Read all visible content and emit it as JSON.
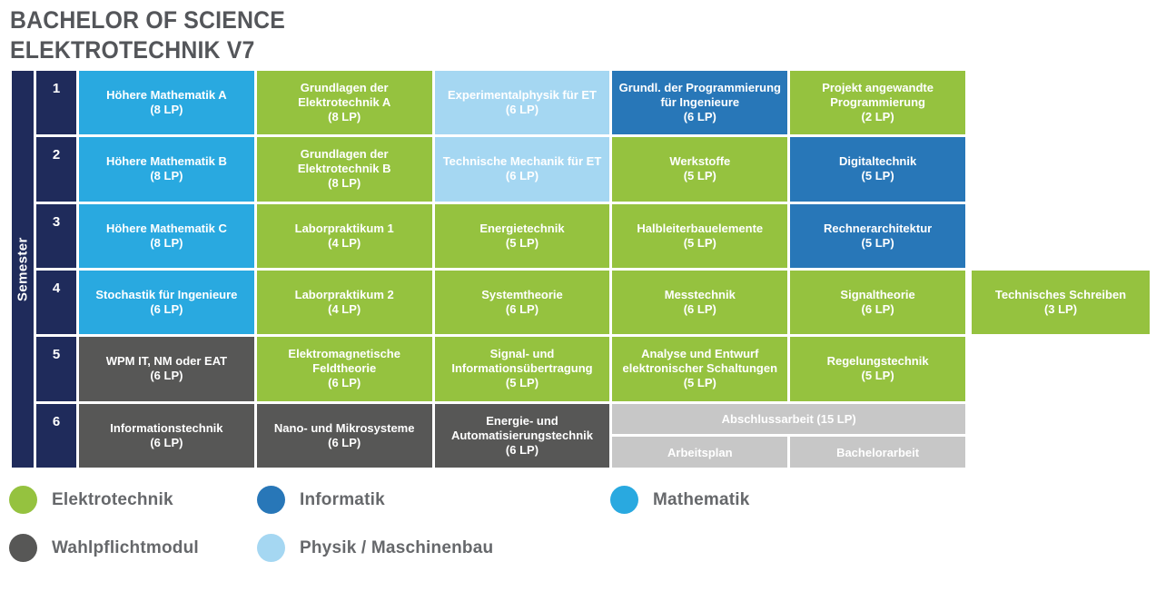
{
  "title": {
    "line1": "BACHELOR OF SCIENCE",
    "line2": "ELEKTROTECHNIK V7"
  },
  "semester_axis_label": "Semester",
  "colors": {
    "elektrotechnik": "#95C23F",
    "informatik": "#2877B8",
    "mathematik": "#29A9E0",
    "wahlpflicht": "#575756",
    "physik": "#A5D7F2",
    "navy": "#1F2B5B",
    "thesis_gray": "#C7C7C7"
  },
  "rows": [
    {
      "num": "1",
      "cells": [
        {
          "title": "Höhere Mathematik A",
          "lp": "(8 LP)",
          "cat": "mathematik"
        },
        {
          "title": "Grundlagen der Elektrotechnik A",
          "lp": "(8 LP)",
          "cat": "elektrotechnik"
        },
        {
          "title": "Experimentalphysik für ET",
          "lp": "(6 LP)",
          "cat": "physik"
        },
        {
          "title": "Grundl. der Programmierung für Ingenieure",
          "lp": "(6 LP)",
          "cat": "informatik"
        },
        {
          "title": "Projekt angewandte Programmierung",
          "lp": "(2 LP)",
          "cat": "elektrotechnik"
        }
      ]
    },
    {
      "num": "2",
      "cells": [
        {
          "title": "Höhere Mathematik B",
          "lp": "(8 LP)",
          "cat": "mathematik"
        },
        {
          "title": "Grundlagen der Elektrotechnik B",
          "lp": "(8 LP)",
          "cat": "elektrotechnik"
        },
        {
          "title": "Technische Mechanik für ET",
          "lp": "(6 LP)",
          "cat": "physik"
        },
        {
          "title": "Werkstoffe",
          "lp": "(5 LP)",
          "cat": "elektrotechnik"
        },
        {
          "title": "Digitaltechnik",
          "lp": "(5 LP)",
          "cat": "informatik"
        }
      ]
    },
    {
      "num": "3",
      "cells": [
        {
          "title": "Höhere Mathematik C",
          "lp": "(8 LP)",
          "cat": "mathematik"
        },
        {
          "title": "Laborpraktikum 1",
          "lp": "(4 LP)",
          "cat": "elektrotechnik"
        },
        {
          "title": "Energietechnik",
          "lp": "(5 LP)",
          "cat": "elektrotechnik"
        },
        {
          "title": "Halbleiterbauelemente",
          "lp": "(5 LP)",
          "cat": "elektrotechnik"
        },
        {
          "title": "Rechnerarchitektur",
          "lp": "(5 LP)",
          "cat": "informatik"
        }
      ]
    },
    {
      "num": "4",
      "cells": [
        {
          "title": "Stochastik für Ingenieure",
          "lp": "(6 LP)",
          "cat": "mathematik"
        },
        {
          "title": "Laborpraktikum 2",
          "lp": "(4 LP)",
          "cat": "elektrotechnik"
        },
        {
          "title": "Systemtheorie",
          "lp": "(6 LP)",
          "cat": "elektrotechnik"
        },
        {
          "title": "Messtechnik",
          "lp": "(6 LP)",
          "cat": "elektrotechnik"
        },
        {
          "title": "Signaltheorie",
          "lp": "(6 LP)",
          "cat": "elektrotechnik"
        },
        {
          "title": "Technisches Schreiben",
          "lp": "(3 LP)",
          "cat": "elektrotechnik"
        }
      ]
    },
    {
      "num": "5",
      "cells": [
        {
          "title": "WPM IT, NM oder EAT",
          "lp": "(6 LP)",
          "cat": "wahlpflicht"
        },
        {
          "title": "Elektromagnetische Feldtheorie",
          "lp": "(6 LP)",
          "cat": "elektrotechnik"
        },
        {
          "title": "Signal- und Informationsübertragung",
          "lp": "(5 LP)",
          "cat": "elektrotechnik"
        },
        {
          "title": "Analyse und Entwurf elektronischer Schaltungen",
          "lp": "(5 LP)",
          "cat": "elektrotechnik"
        },
        {
          "title": "Regelungstechnik",
          "lp": "(5 LP)",
          "cat": "elektrotechnik"
        }
      ]
    },
    {
      "num": "6",
      "cells": [
        {
          "title": "Informationstechnik",
          "lp": "(6 LP)",
          "cat": "wahlpflicht"
        },
        {
          "title": "Nano- und Mikrosysteme",
          "lp": "(6 LP)",
          "cat": "wahlpflicht"
        },
        {
          "title": "Energie- und Automatisierungstechnik",
          "lp": "(6 LP)",
          "cat": "wahlpflicht"
        }
      ]
    }
  ],
  "thesis": {
    "main": "Abschlussarbeit (15 LP)",
    "left": "Arbeitsplan",
    "right": "Bachelorarbeit"
  },
  "legend": {
    "items": [
      {
        "label": "Elektrotechnik",
        "cat": "elektrotechnik"
      },
      {
        "label": "Informatik",
        "cat": "informatik"
      },
      {
        "label": "Mathematik",
        "cat": "mathematik"
      },
      {
        "label": "Wahlpflichtmodul",
        "cat": "wahlpflicht"
      },
      {
        "label": "Physik / Maschinenbau",
        "cat": "physik"
      }
    ]
  }
}
